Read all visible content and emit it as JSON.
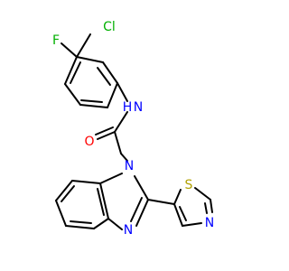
{
  "molecule": {
    "atoms": {
      "cl": {
        "symbol": "Cl",
        "color": "#00b000"
      },
      "f": {
        "symbol": "F",
        "color": "#00b000"
      },
      "nh": {
        "symbol": "N",
        "h": "H",
        "color": "#0000ff"
      },
      "o": {
        "symbol": "O",
        "color": "#ff0000"
      },
      "n1": {
        "symbol": "N",
        "color": "#0000ff"
      },
      "n3": {
        "symbol": "N",
        "color": "#0000ff"
      },
      "s": {
        "symbol": "S",
        "color": "#b0a000"
      },
      "nt": {
        "symbol": "N",
        "color": "#0000ff"
      }
    },
    "bond_color": "#000000"
  }
}
